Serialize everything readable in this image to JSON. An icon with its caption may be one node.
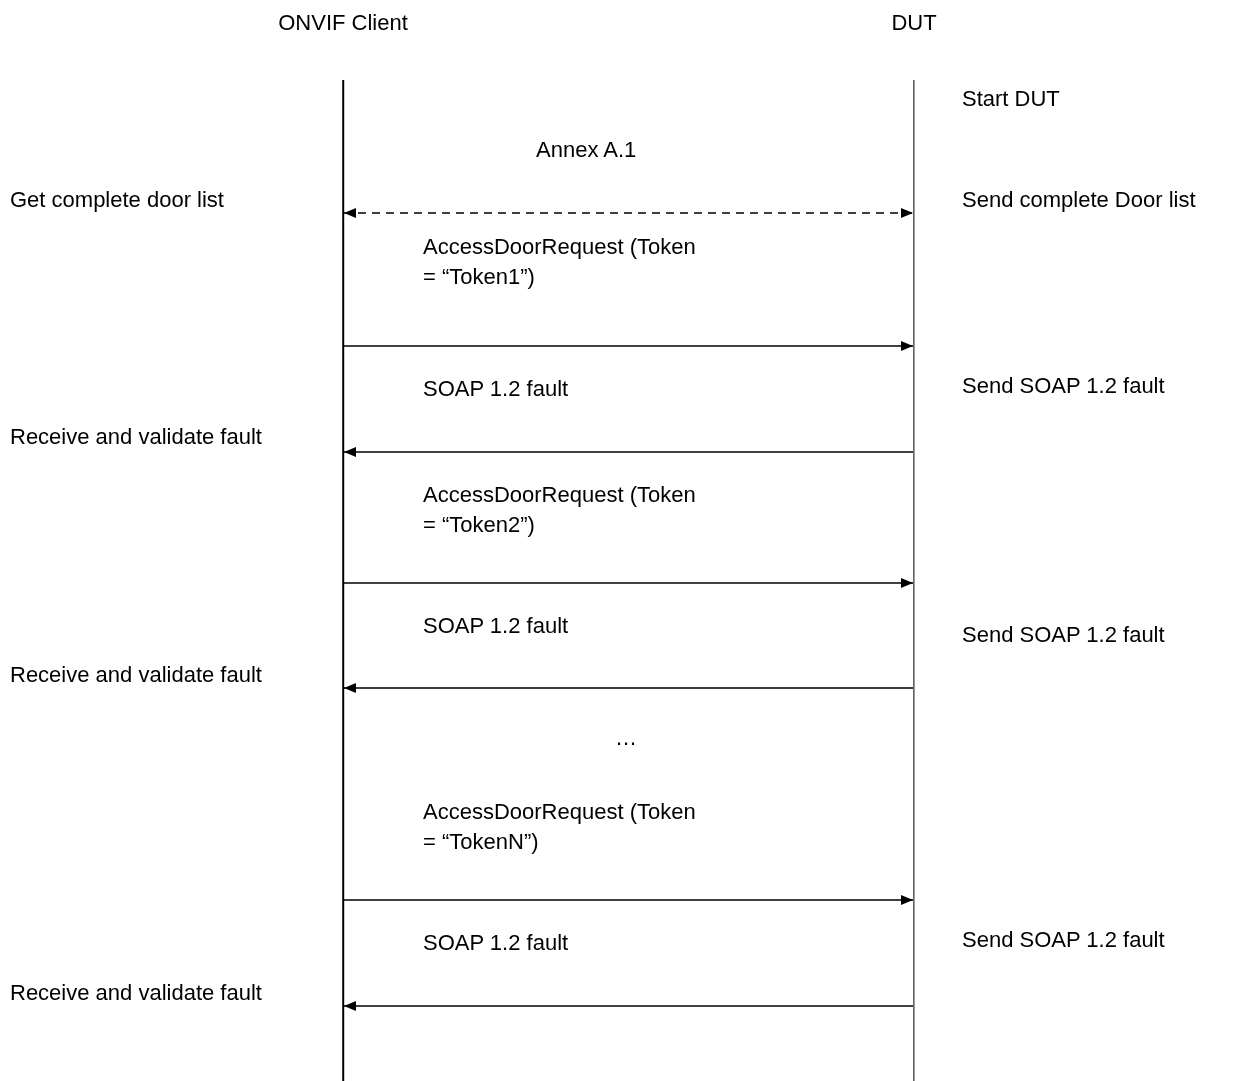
{
  "diagram": {
    "nodes": [
      {
        "text": [
          "ONVIF Client"
        ]
      },
      {
        "text": [
          "DUT"
        ]
      }
    ],
    "edges": [
      {
        "from": 0,
        "to": 1,
        "arrow": "both",
        "style": "dashed",
        "label": "Annex A.1"
      },
      {
        "from": 0,
        "to": 1,
        "arrow": "to",
        "label": "AccessDoorRequest (Token = “Token1”)"
      },
      {
        "from": 1,
        "to": 0,
        "arrow": "to",
        "label": "SOAP 1.2 fault"
      },
      {
        "from": 0,
        "to": 1,
        "arrow": "to",
        "label": "AccessDoorRequest (Token = “Token2”)"
      },
      {
        "from": 1,
        "to": 0,
        "arrow": "to",
        "label": "SOAP 1.2 fault"
      },
      {
        "from": 0,
        "to": 1,
        "arrow": "to",
        "label": "AccessDoorRequest (Token = “TokenN”)"
      },
      {
        "from": 1,
        "to": 0,
        "arrow": "to",
        "label": "SOAP 1.2 fault"
      }
    ],
    "labels": [
      "Start DUT",
      "Get complete door list",
      "Send complete Door list",
      "Send SOAP 1.2 fault",
      "Receive and validate fault",
      "Send SOAP 1.2 fault",
      "Receive and validate fault",
      "…",
      "Send SOAP 1.2 fault",
      "Receive and validate fault"
    ]
  }
}
